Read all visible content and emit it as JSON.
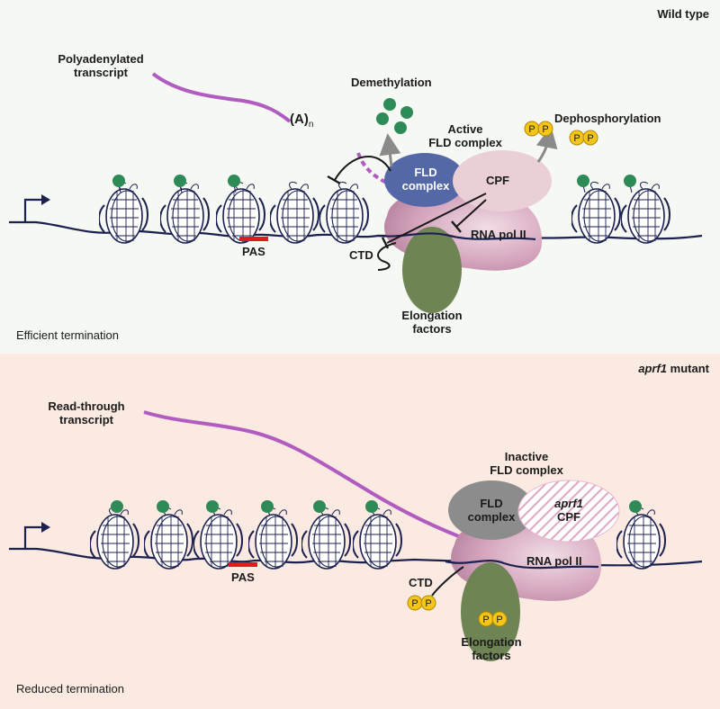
{
  "top": {
    "condition": "Wild type",
    "caption": "Efficient termination",
    "transcript_label_1": "Polyadenylated",
    "transcript_label_2": "transcript",
    "polyA": "(A)",
    "polyA_sub": "n",
    "demethylation": "Demethylation",
    "active_1": "Active",
    "active_2": "FLD complex",
    "dephosphorylation": "Dephosphorylation",
    "fld_1": "FLD",
    "fld_2": "complex",
    "cpf": "CPF",
    "rnapol": "RNA pol II",
    "ctd": "CTD",
    "pas": "PAS",
    "elong_1": "Elongation",
    "elong_2": "factors",
    "p": "P"
  },
  "bottom": {
    "condition_italic": "aprf1",
    "condition_rest": " mutant",
    "caption": "Reduced termination",
    "transcript_label_1": "Read-through",
    "transcript_label_2": "transcript",
    "inactive_1": "Inactive",
    "inactive_2": "FLD complex",
    "fld_1": "FLD",
    "fld_2": "complex",
    "cpf_1": "aprf1",
    "cpf_2": "CPF",
    "rnapol": "RNA pol II",
    "ctd": "CTD",
    "pas": "PAS",
    "elong_1": "Elongation",
    "elong_2": "factors",
    "p": "P"
  },
  "colors": {
    "top_bg": "#f5f8f3",
    "bottom_bg": "#fbeae2",
    "dna": "#1c2150",
    "methyl_green": "#2e8b57",
    "transcript_purple": "#b05cc0",
    "fld_blue": "#5468a8",
    "cpf_pink": "#ead0d6",
    "rnapol": "#c894ae",
    "elong_green": "#6f8455",
    "phospho_yellow": "#f5c518",
    "pas_red": "#e01b1b",
    "fld_gray": "#8c8c8c"
  }
}
